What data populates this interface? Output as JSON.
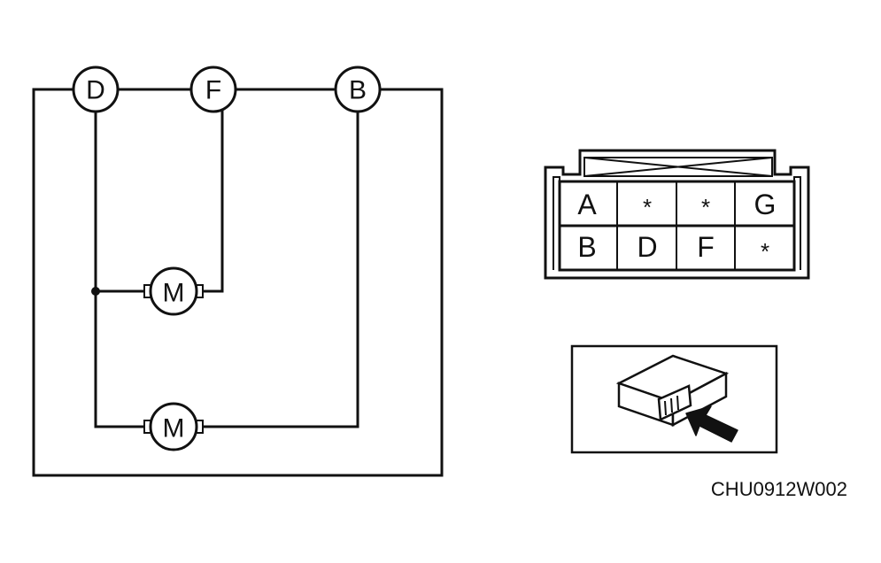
{
  "circuit": {
    "nodes": [
      "D",
      "F",
      "B"
    ],
    "motors": [
      "M",
      "M"
    ]
  },
  "connector": {
    "top_row": [
      "A",
      "*",
      "*",
      "G"
    ],
    "bottom_row": [
      "B",
      "D",
      "F",
      "*"
    ]
  },
  "reference_code": "CHU0912W002"
}
